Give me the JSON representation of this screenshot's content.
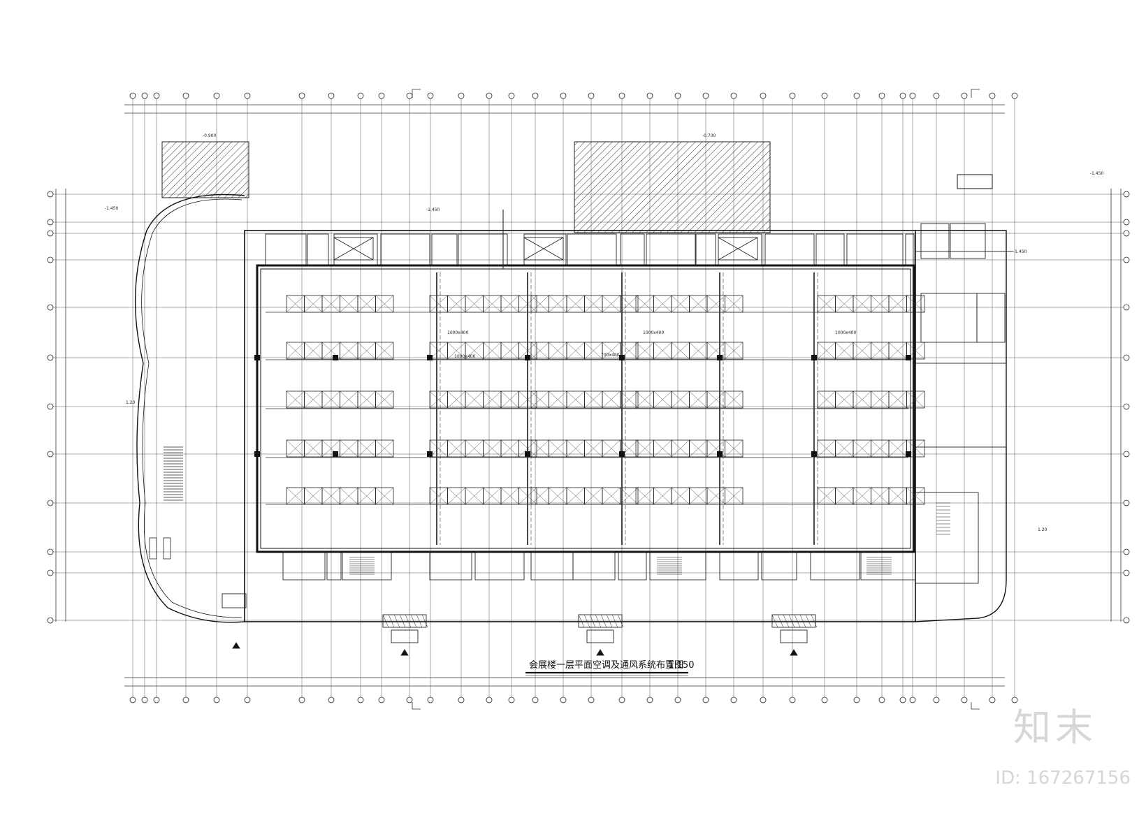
{
  "drawing": {
    "title": "会展楼一层平面空调及通风系统布置图",
    "scale": "1:150",
    "elevations": [
      "-0.900",
      "-0.700",
      "-1.450",
      "-1.450",
      "-1.450",
      "-1.450"
    ],
    "duct_labels": [
      "1000x400",
      "1000x400",
      "1000x400",
      "700x400",
      "1000x400"
    ],
    "slope_labels": [
      "1.20",
      "1.20"
    ],
    "hall_grid": {
      "rows": 5,
      "unit_groups": 5,
      "units_per_group": 6
    }
  },
  "watermark": {
    "logo": "知末",
    "id": "ID: 167267156"
  }
}
